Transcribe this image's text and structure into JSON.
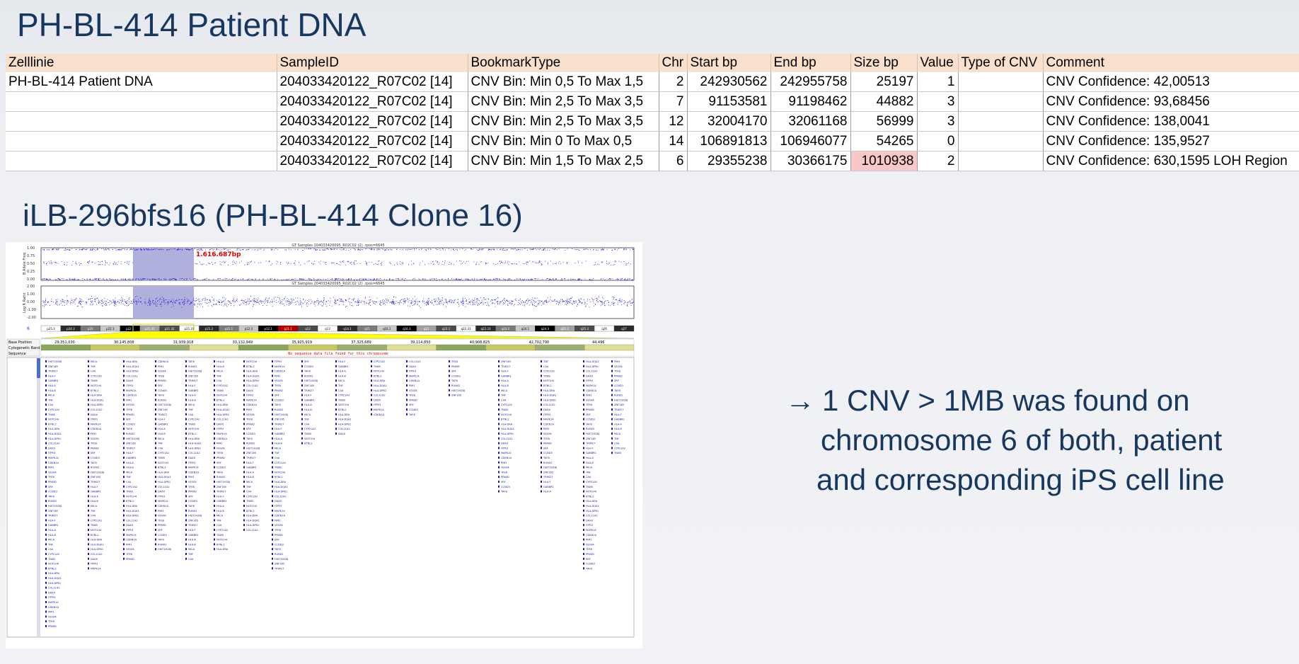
{
  "slide": {
    "title": "PH-BL-414 Patient DNA",
    "subtitle": "iLB-296bfs16 (PH-BL-414 Clone 16)"
  },
  "table": {
    "headers": [
      "Zelllinie",
      "SampleID",
      "BookmarkType",
      "Chr",
      "Start bp",
      "End bp",
      "Size bp",
      "Value",
      "Type of CNV",
      "Comment"
    ],
    "rows": [
      [
        "PH-BL-414 Patient DNA",
        "204033420122_R07C02 [14]",
        "CNV Bin: Min 0,5 To Max 1,5",
        "2",
        "242930562",
        "242955758",
        "25197",
        "1",
        "",
        "CNV Confidence: 42,00513"
      ],
      [
        "",
        "204033420122_R07C02 [14]",
        "CNV Bin: Min 2,5 To Max 3,5",
        "7",
        "91153581",
        "91198462",
        "44882",
        "3",
        "",
        "CNV Confidence: 93,68456"
      ],
      [
        "",
        "204033420122_R07C02 [14]",
        "CNV Bin: Min 2,5 To Max 3,5",
        "12",
        "32004170",
        "32061168",
        "56999",
        "3",
        "",
        "CNV Confidence: 138,0041"
      ],
      [
        "",
        "204033420122_R07C02 [14]",
        "CNV Bin: Min 0 To Max 0,5",
        "14",
        "106891813",
        "106946077",
        "54265",
        "0",
        "",
        "CNV Confidence: 135,9527"
      ],
      [
        "",
        "204033420122_R07C02 [14]",
        "CNV Bin: Min 1,5 To Max 2,5",
        "6",
        "29355238",
        "30366175",
        "1010938",
        "2",
        "",
        "CNV Confidence: 630,1595 LOH Region"
      ]
    ],
    "highlight_color": "#f8c8c8",
    "header_color": "#f9e0cc"
  },
  "genome_view": {
    "plot1_title": "GT Samples 204033420095_R02C02 (2) .rpos=6645",
    "plot2_title": "GT Samples 204033420095_R02C02 (2) .rpos=6645",
    "plot1_ylabel": "B Allele Freq",
    "plot2_ylabel": "Log R Ratio",
    "plot1_ticks": [
      "1.00",
      "0.75",
      "0.50",
      "0.25",
      "0.00"
    ],
    "plot2_ticks": [
      "2.00",
      "1.00",
      "0.00",
      "-1.00",
      "-2.00"
    ],
    "region_annotation": "1.616.687bp",
    "chr_label": "6",
    "bands": [
      "p25.3",
      "p24.3",
      "p23",
      "p22.3",
      "p22.1",
      "p21.33",
      "p21.32",
      "p21.31",
      "p21.2",
      "p21.1",
      "p12.3",
      "p12.1",
      "q11.1",
      "q12",
      "q13",
      "q14.1",
      "q15",
      "q16.1",
      "q16.3",
      "q21",
      "q22.1",
      "q22.31",
      "q22.33",
      "q23.2",
      "q24.1",
      "q24.3",
      "q25.2",
      "q25.3",
      "q26",
      "q27"
    ],
    "positions": [
      "29,351,030",
      "30,145,808",
      "31,939,918",
      "33,132,949",
      "35,925,919",
      "37,325,689",
      "39,114,850",
      "40,908,825",
      "42,702,790",
      "44,496"
    ],
    "left_labels": [
      "Base Position",
      "Cytogenetic Band",
      "Sequence"
    ],
    "sequence_note": "No sequence data file found for this chromosome",
    "gene_column_labels": [
      "HIST1H2BJ",
      "ZNF165",
      "TRIM27",
      "HLA-F",
      "GABBR1",
      "HLA-A",
      "HLA-B",
      "MICA",
      "TNF",
      "C4A",
      "CYP21A2",
      "TNXB",
      "NOTCH4",
      "BTNL2",
      "HLA-DRA",
      "HLA-DQA1",
      "HLA-DPB1",
      "COL11A2",
      "DAXX",
      "ITPR3",
      "MAPK14",
      "CDKN1A",
      "PIM1",
      "VEGFA",
      "TFEB",
      "PPARD",
      "SRF",
      "CCND3",
      "TAF8",
      "RUNX2"
    ]
  },
  "conclusion": {
    "arrow": "→",
    "line1": "1 CNV > 1MB was found on",
    "line2": "chromosome 6 of both, patient",
    "line3": "and corresponding iPS cell line"
  },
  "colors": {
    "title": "#17375e",
    "points": "#1a1ae6",
    "region": "#b0b0dc",
    "annotation": "#e00000",
    "gene_text": "#1a1aa0",
    "header_band": "#ffff00"
  }
}
